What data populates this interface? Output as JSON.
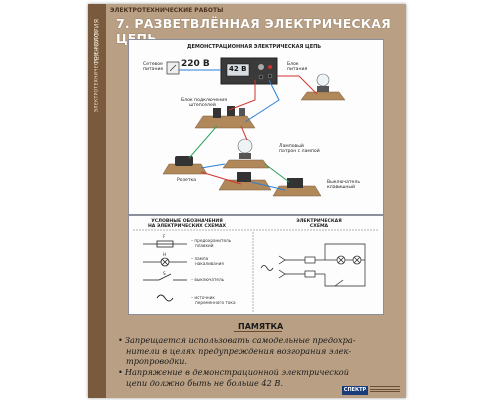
{
  "poster": {
    "series": "ЭЛЕКТРОТЕХНИЧЕСКИЕ РАБОТЫ",
    "spine_title": "ТЕХНОЛОГИЯ",
    "spine_subtitle": "ЭЛЕКТРОТЕХНИЧЕСКИЕ РАБОТЫ",
    "title": "7. РАЗВЕТВЛЁННАЯ ЭЛЕКТРИЧЕСКАЯ ЦЕПЬ",
    "logo_text": "СПЕКТР"
  },
  "diagram": {
    "title": "ДЕМОНСТРАЦИОННАЯ ЭЛЕКТРИЧЕСКАЯ ЦЕПЬ",
    "voltage_small": "220 В",
    "voltage_meter": "42 В",
    "labels": {
      "mains_line1": "Сетевое",
      "mains_line2": "питание",
      "supply_line1": "Блок",
      "supply_line2": "питания",
      "fuse_line1": "Блок подключения",
      "fuse_line2": "штепселей",
      "lamp_line1": "Ламповый",
      "lamp_line2": "патрон с лампой",
      "socket": "Розетка",
      "switch_line1": "Выключатель",
      "switch_line2": "клавишный"
    }
  },
  "schema": {
    "left_title_line1": "УСЛОВНЫЕ ОБОЗНАЧЕНИЯ",
    "left_title_line2": "НА ЭЛЕКТРИЧЕСКИХ СХЕМАХ",
    "right_title_line1": "ЭЛЕКТРИЧЕСКАЯ",
    "right_title_line2": "СХЕМА",
    "legend": [
      {
        "symbol": "F",
        "line1": "– предохранитель",
        "line2": "плавкий"
      },
      {
        "symbol": "H",
        "line1": "– лампа",
        "line2": "накаливания"
      },
      {
        "symbol": "S",
        "line1": "– выключатель",
        "line2": ""
      },
      {
        "symbol": "~",
        "line1": "– источник",
        "line2": "переменного тока"
      }
    ]
  },
  "memo": {
    "heading": "ПАМЯТКА",
    "item1_line1": "Запрещается использовать самодельные предохра-",
    "item1_line2": "нители в целях предупреждения возгорания элек-",
    "item1_line3": "тропроводки.",
    "item2_line1": "Напряжение в демонстрационной электрической",
    "item2_line2": "цепи должно быть не больше 42 В."
  },
  "colors": {
    "poster_bg": "#b9a084",
    "spine": "#7a5a3c",
    "wire_red": "#d0342c",
    "wire_blue": "#2a7fd6",
    "wire_green": "#2aa05a",
    "base_wood": "#b0885a"
  }
}
